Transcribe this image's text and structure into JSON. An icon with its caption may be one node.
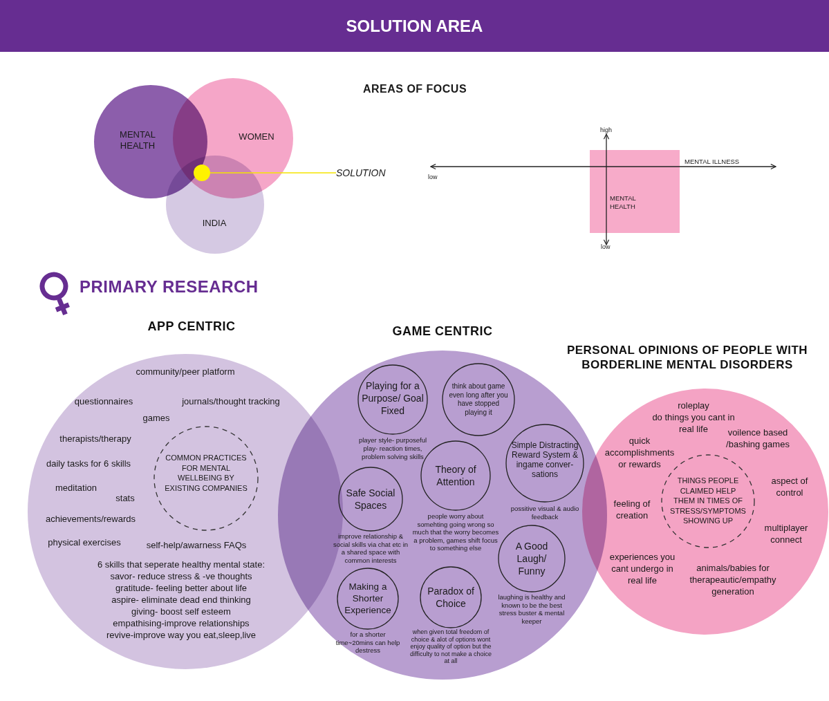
{
  "diagram": {
    "title": "SOLUTION AREA",
    "nodes": [
      {
        "text": [
          "MENTAL HEALTH"
        ]
      },
      {
        "text": [
          "WOMEN"
        ]
      },
      {
        "text": [
          "INDIA"
        ]
      },
      {
        "text": [],
        "shape": "circle"
      },
      {
        "text": [
          "SOLUTION"
        ]
      },
      {
        "text": [
          "MENTAL HEALTH"
        ]
      },
      {
        "text": [
          "APP CENTRIC",
          "community/peer platform",
          "questionnaires",
          "journals/thought tracking",
          "games",
          "therapists/therapy",
          "daily tasks for 6 skills",
          "meditation",
          "stats",
          "achievements/rewards",
          "physical exercises",
          "self-help/awarness FAQs",
          "6 skills that seperate healthy mental state:",
          "savor- reduce stress & -ve thoughts",
          "gratitude- feeling better about life",
          "aspire- eliminate dead end thinking",
          "giving- boost self esteem",
          "empathising-improve relationships",
          "revive-improve  way you eat,sleep,live"
        ]
      },
      {
        "text": [
          "COMMON PRACTICES FOR MENTAL WELLBEING BY EXISTING COMPANIES"
        ],
        "in": 6
      },
      {
        "text": [
          "GAME CENTRIC"
        ]
      },
      {
        "text": [
          "Playing for a Purpose/ Goal Fixed",
          "player style- purposeful play- reaction times, problem solving skills"
        ],
        "in": 8
      },
      {
        "text": [
          "think about game even long after you have stopped playing it"
        ],
        "in": 8
      },
      {
        "text": [
          "Simple Distracting Reward System & ingame conver- sations",
          "possitive visual & audio feedback"
        ],
        "in": 8
      },
      {
        "text": [
          "Theory of Attention",
          "people worry about somehting going wrong so much that the worry becomes a problem, games shift focus to something else"
        ],
        "in": 8
      },
      {
        "text": [
          "Safe Social Spaces",
          "improve relationship & social skills via chat etc in a shared space with common interests"
        ],
        "in": 8
      },
      {
        "text": [
          "A Good Laugh/ Funny",
          "laughing is healthy and known to be the best stress buster & mental keeper"
        ],
        "in": 8
      },
      {
        "text": [
          "Making a Shorter Experience",
          "for a shorter time~20mins can help destress"
        ],
        "in": 8
      },
      {
        "text": [
          "Paradox of Choice",
          "when given total freedom of choice & alot of options wont enjoy quality of option but the difficulty to not make a choice at all"
        ],
        "in": 8
      },
      {
        "text": [
          "PERSONAL OPINIONS OF PEOPLE WITH BORDERLINE MENTAL DISORDERS",
          "roleplay",
          "do things you cant in real life",
          "voilence based /bashing games",
          "quick accomplishments or rewards",
          "aspect of control",
          "feeling of creation",
          "multiplayer connect",
          "experiences you cant undergo in real life",
          "animals/babies for therapeautic/empathy generation"
        ]
      },
      {
        "text": [
          "THINGS PEOPLE CLAIMED HELP THEM IN TIMES OF STRESS/SYMPTOMS SHOWING UP"
        ],
        "in": 17
      }
    ],
    "edges": [
      {
        "from": 4,
        "to": 3,
        "arrow": "none"
      }
    ],
    "labels": [
      "AREAS OF FOCUS",
      "high",
      "low",
      "MENTAL ILLNESS",
      "low",
      "PRIMARY RESEARCH"
    ]
  }
}
